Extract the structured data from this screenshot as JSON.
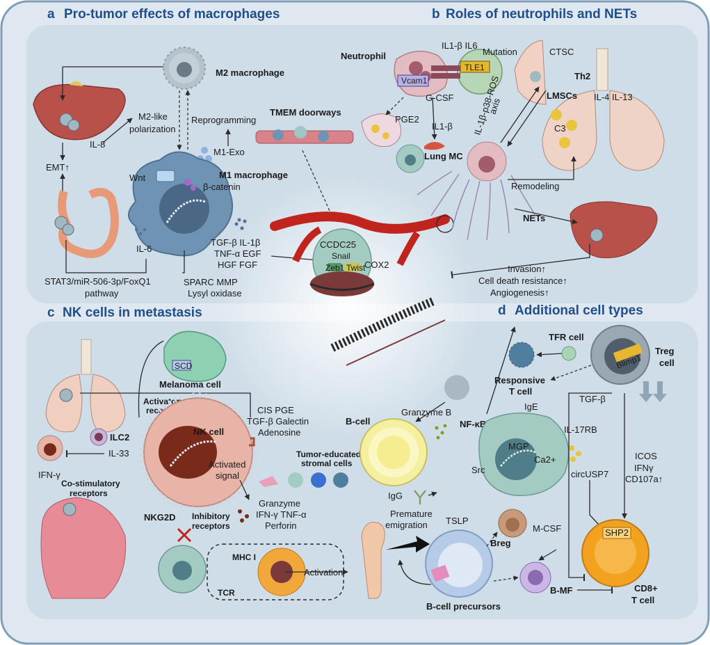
{
  "panels": {
    "a": {
      "letter": "a",
      "title": "Pro-tumor effects of macrophages"
    },
    "b": {
      "letter": "b",
      "title": "Roles of neutrophils and NETs"
    },
    "c": {
      "letter": "c",
      "title": "NK cells in metastasis"
    },
    "d": {
      "letter": "d",
      "title": "Additional cell types"
    }
  },
  "a_labels": {
    "m2": "M2 macrophage",
    "m1": "M1 macrophage",
    "m2like_1": "M2-like",
    "m2like_2": "polarization",
    "reprogramming": "Reprogramming",
    "m1exo": "M1-Exo",
    "il8": "IL-8",
    "emt": "EMT↑",
    "wnt": "Wnt",
    "bcatenin": "β-catenin",
    "il6": "IL-6",
    "tmem": "TMEM doorways",
    "tgfb_il1b": "TGF-β  IL-1β",
    "tnfa_egf": "TNF-α  EGF",
    "hgf_fgf": "HGF  FGF",
    "sparc": "SPARC  MMP",
    "lysyl": "Lysyl oxidase",
    "stat3_1": "STAT3/miR-506-3p/FoxQ1",
    "stat3_2": "pathway"
  },
  "center_labels": {
    "ccdc25": "CCDC25",
    "snail": "Snail",
    "zeb1": "Zeb1",
    "twist": "Twist",
    "cox2": "COX2"
  },
  "b_labels": {
    "neutrophil": "Neutrophil",
    "vcam1": "Vcam1",
    "tle1": "TLE1",
    "il1b_il6": "IL1-β  IL6",
    "mutation": "Mutation",
    "ctsc": "CTSC",
    "gcsf": "G-CSF",
    "pge2": "PGE2",
    "il1b": "IL1-β",
    "lungmc": "Lung MC",
    "axis_1": "IL-1β-p38-ROS",
    "axis_2": "axis",
    "th2": "Th2",
    "lmscs": "LMSCs",
    "il4_il13": "IL-4  IL-13",
    "c3": "C3",
    "remodeling": "Remodeling",
    "nets": "NETs",
    "invasion": "Invasion↑",
    "celldeath": "Cell death resistance↑",
    "angio": "Angiogenesis↑"
  },
  "c_labels": {
    "scd": "SCD",
    "melanoma": "Melanoma cell",
    "activatory_1": "Activatory",
    "activatory_2": "receptors",
    "ilc2": "ILC2",
    "il33": "IL-33",
    "ifng": "IFN-γ",
    "nkcell": "NK cell",
    "activated_1": "Activated",
    "activated_2": "signal",
    "costim_1": "Co-stimulatory",
    "costim_2": "receptors",
    "cis_pge": "CIS      PGE",
    "tgfb_galectin": "TGF-β  Galectin",
    "adenosine": "Adenosine",
    "tumor_stromal_1": "Tumor-educated",
    "tumor_stromal_2": "stromal cells",
    "granzyme": "Granzyme",
    "ifng_tnfa": "IFN-γ  TNF-α",
    "perforin": "Perforin",
    "nkg2d": "NKG2D",
    "inhibitory_1": "Inhibitory",
    "inhibitory_2": "receptors",
    "mhc1": "MHC I",
    "tcr": "TCR",
    "activation": "Activation"
  },
  "d_labels": {
    "tfr": "TFR cell",
    "treg_1": "Treg",
    "treg_2": "cell",
    "blimp1": "Blimp1",
    "responsive_1": "Responsive",
    "responsive_2": "T cell",
    "granzymeb": "Granzyme B",
    "bcell": "B-cell",
    "tgfb": "TGF-β",
    "ige": "IgE",
    "nfkb": "NF-κB",
    "il17rb": "IL-17RB",
    "mgp": "MGP",
    "ca2": "Ca2+",
    "src": "Src",
    "circusp7": "circUSP7",
    "icos": "ICOS",
    "ifng": "IFNγ",
    "cd107a": "CD107a↑",
    "igg": "IgG",
    "premature_1": "Premature",
    "premature_2": "emigration",
    "tslp": "TSLP",
    "breg": "Breg",
    "mcsf": "M-CSF",
    "shp2": "SHP2",
    "bmf": "B-MF",
    "cd8_1": "CD8+",
    "cd8_2": "T cell",
    "precursors": "B-cell precursors"
  },
  "colors": {
    "frame_bg": "#dfe8f0",
    "panel_bg": "#cfdde8",
    "title": "#1f4f8a",
    "liver": "#b8514a",
    "vessel": "#c0241c",
    "macrophage": "#6f93b3",
    "nk_cell": "#e8b4a8",
    "bcell": "#f5f0a0",
    "treg": "#9aa8b4",
    "cd8": "#f3a21f"
  }
}
